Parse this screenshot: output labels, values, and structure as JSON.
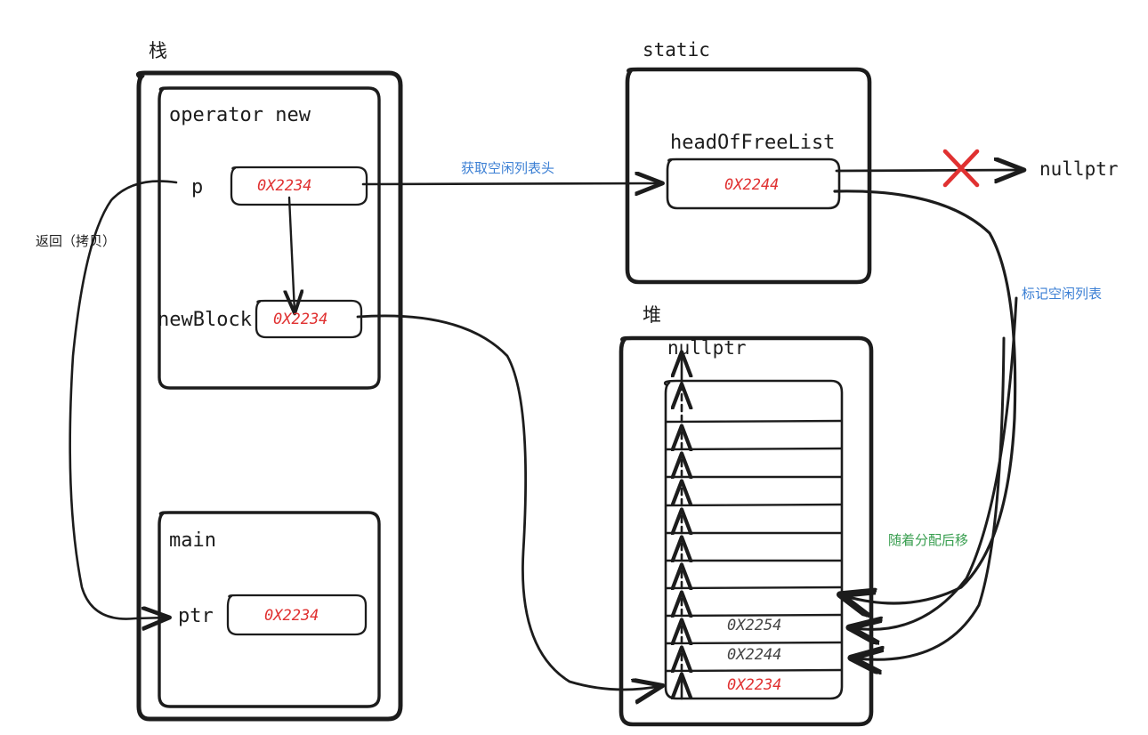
{
  "diagram": {
    "title_hidden": "",
    "zones": {
      "stack": "栈",
      "static": "static",
      "heap": "堆"
    },
    "stack": {
      "frames": [
        {
          "name": "operator new",
          "vars": [
            {
              "label": "p",
              "value": "0X2234"
            },
            {
              "label": "newBlock",
              "value": "0X2234"
            }
          ]
        },
        {
          "name": "main",
          "vars": [
            {
              "label": "ptr",
              "value": "0X2234"
            }
          ]
        }
      ]
    },
    "static_zone": {
      "var_label": "headOfFreeList",
      "var_value": "0X2244"
    },
    "heap": {
      "top_label": "nullptr",
      "cells": [
        {
          "value": "",
          "color": "none"
        },
        {
          "value": "",
          "color": "none"
        },
        {
          "value": "",
          "color": "none"
        },
        {
          "value": "",
          "color": "none"
        },
        {
          "value": "",
          "color": "none"
        },
        {
          "value": "",
          "color": "none"
        },
        {
          "value": "",
          "color": "none"
        },
        {
          "value": "",
          "color": "none"
        },
        {
          "value": "0X2254",
          "color": "gray"
        },
        {
          "value": "0X2244",
          "color": "gray"
        },
        {
          "value": "0X2234",
          "color": "red"
        }
      ]
    },
    "nullptr_right": "nullptr",
    "annotations": {
      "return_copy": "返回（拷贝）",
      "get_free_list_head": "获取空闲列表头",
      "mark_free_list": "标记空闲列表",
      "shift_with_alloc": "随着分配后移"
    },
    "colors": {
      "ink": "#1c1c1c",
      "addr_red": "#e03131",
      "addr_gray": "#444444",
      "blue": "#3b7fd4",
      "green": "#389e4f",
      "cross_red": "#e03131"
    }
  }
}
